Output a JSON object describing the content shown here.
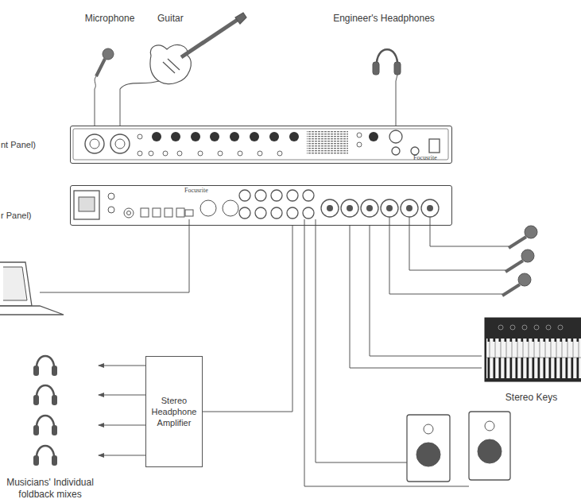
{
  "diagram": {
    "nodes": [
      {
        "text": [
          "nt Panel)"
        ]
      },
      {
        "text": [
          "r Panel)"
        ]
      },
      {
        "text": [
          "Microphone"
        ]
      },
      {
        "text": [
          "Guitar"
        ]
      },
      {
        "text": [
          "Engineer's Headphones"
        ]
      },
      {
        "text": [
          "Stereo Headphone Amplifier"
        ]
      },
      {
        "text": [
          "Stereo Keys"
        ]
      },
      {
        "text": [
          "Musicians' Individual foldback mixes"
        ]
      }
    ],
    "edges": [
      {
        "from": 2,
        "to": 0,
        "arrow": "none"
      },
      {
        "from": 3,
        "to": 0,
        "arrow": "none"
      },
      {
        "from": 4,
        "to": 0,
        "arrow": "none"
      },
      {
        "from": 1,
        "to": 6,
        "arrow": "none"
      },
      {
        "from": 1,
        "to": 6,
        "arrow": "none"
      },
      {
        "from": 1,
        "to": 5,
        "arrow": "none"
      },
      {
        "from": 5,
        "to": 7,
        "arrow": "to"
      },
      {
        "from": 5,
        "to": 7,
        "arrow": "to"
      },
      {
        "from": 5,
        "to": 7,
        "arrow": "to"
      },
      {
        "from": 5,
        "to": 7,
        "arrow": "to"
      }
    ],
    "labels": [
      "Focusrite",
      "Focusrite"
    ]
  }
}
